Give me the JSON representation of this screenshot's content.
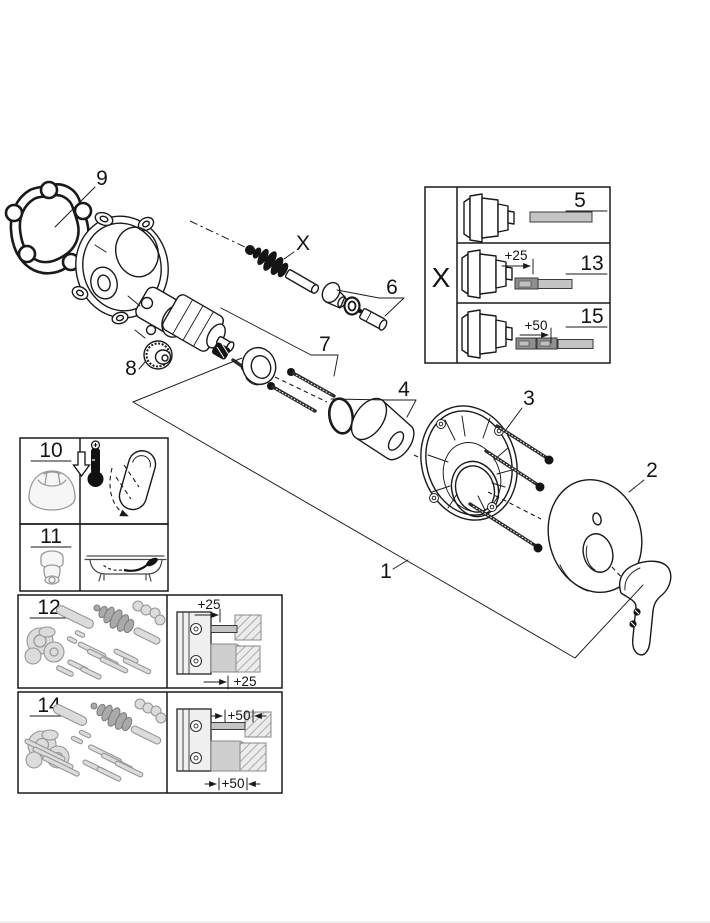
{
  "callouts": {
    "n1": "1",
    "n2": "2",
    "n3": "3",
    "n4": "4",
    "n6": "6",
    "n7": "7",
    "n8": "8",
    "n9": "9",
    "x": "X"
  },
  "xbox": {
    "label": "X",
    "rows": [
      {
        "num": "5",
        "dim": ""
      },
      {
        "num": "13",
        "dim": "+25"
      },
      {
        "num": "15",
        "dim": "+50"
      }
    ]
  },
  "insets": {
    "box10": {
      "num": "10"
    },
    "box11": {
      "num": "11"
    },
    "box12": {
      "num": "12",
      "dim_top": "+25",
      "dim_bottom": "+25"
    },
    "box14": {
      "num": "14",
      "dim_top": "+50",
      "dim_bottom": "+50"
    }
  }
}
